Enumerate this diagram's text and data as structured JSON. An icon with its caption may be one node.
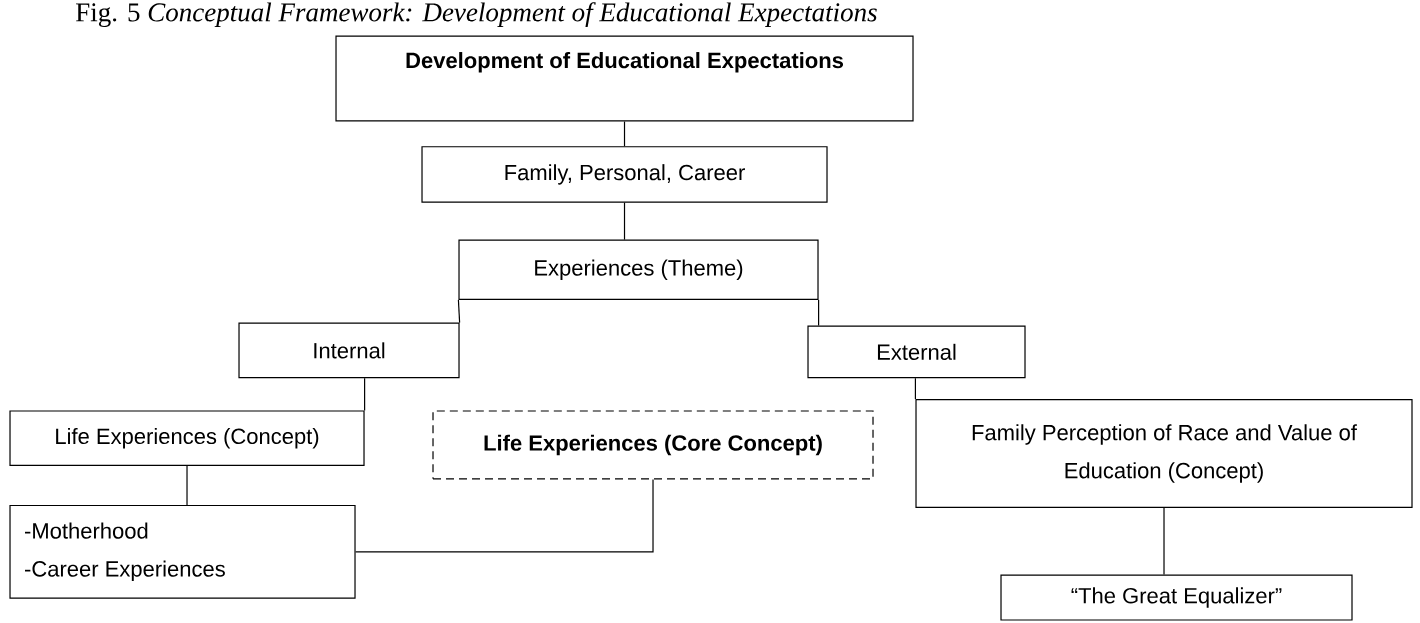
{
  "diagram": {
    "title": "Fig. 5 *Conceptual Framework: Development of Educational Expectations*",
    "nodes": [
      {
        "text": [
          "Development of Educational Expectations"
        ]
      },
      {
        "text": [
          "Family, Personal, Career"
        ]
      },
      {
        "text": [
          "Experiences (Theme)"
        ]
      },
      {
        "text": [
          "Internal"
        ]
      },
      {
        "text": [
          "External"
        ]
      },
      {
        "text": [
          "Life Experiences (Concept)"
        ]
      },
      {
        "text": [
          "Life Experiences (Core Concept)"
        ]
      },
      {
        "text": [
          "-Motherhood",
          "-Career Experiences"
        ]
      },
      {
        "text": [
          "Family Perception of Race and Value of Education (Concept)"
        ]
      },
      {
        "text": [
          "“The Great Equalizer”"
        ]
      }
    ],
    "edges": [
      {
        "from": 0,
        "to": 1,
        "arrow": "none"
      },
      {
        "from": 1,
        "to": 2,
        "arrow": "none"
      },
      {
        "from": 2,
        "to": 3,
        "arrow": "none"
      },
      {
        "from": 2,
        "to": 4,
        "arrow": "none"
      },
      {
        "from": 3,
        "to": 5,
        "arrow": "none"
      },
      {
        "from": 5,
        "to": 7,
        "arrow": "none"
      },
      {
        "from": 6,
        "to": 7,
        "arrow": "none"
      },
      {
        "from": 4,
        "to": 8,
        "arrow": "none"
      },
      {
        "from": 8,
        "to": 9,
        "arrow": "none"
      }
    ]
  }
}
